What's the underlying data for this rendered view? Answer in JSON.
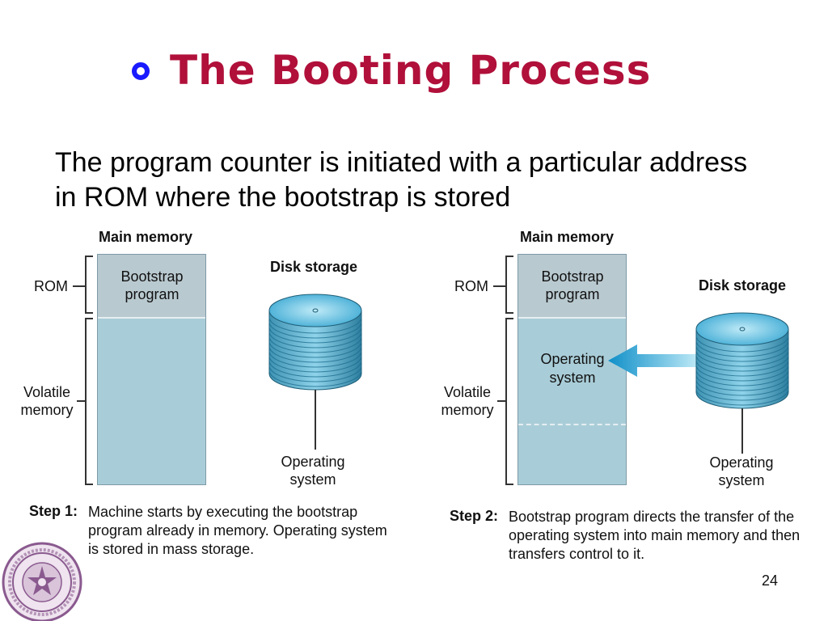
{
  "slide": {
    "title": "The Booting Process",
    "subtitle": "The program counter is initiated with a particular address in ROM where the bootstrap is stored",
    "page_number": "24"
  },
  "step1": {
    "main_memory": "Main memory",
    "rom": "ROM",
    "volatile": "Volatile memory",
    "bootstrap": "Bootstrap program",
    "disk_storage": "Disk storage",
    "operating_system": "Operating system",
    "step_label": "Step 1:",
    "caption": "Machine starts by executing the bootstrap program already in memory. Operating system is stored in mass storage."
  },
  "step2": {
    "main_memory": "Main memory",
    "rom": "ROM",
    "volatile": "Volatile memory",
    "bootstrap": "Bootstrap program",
    "os_in_memory": "Operating system",
    "disk_storage": "Disk storage",
    "operating_system": "Operating system",
    "step_label": "Step 2:",
    "caption": "Bootstrap program directs the transfer of the operating system into main memory and then transfers control to it."
  },
  "colors": {
    "title": "#b0103a",
    "bullet": "#1a1aff",
    "memory": "#a9cdd8",
    "arrow": "#1aa3d6"
  },
  "icons": [
    "bullet-ring-icon",
    "disk-icon",
    "arrow-icon",
    "university-seal-icon"
  ]
}
